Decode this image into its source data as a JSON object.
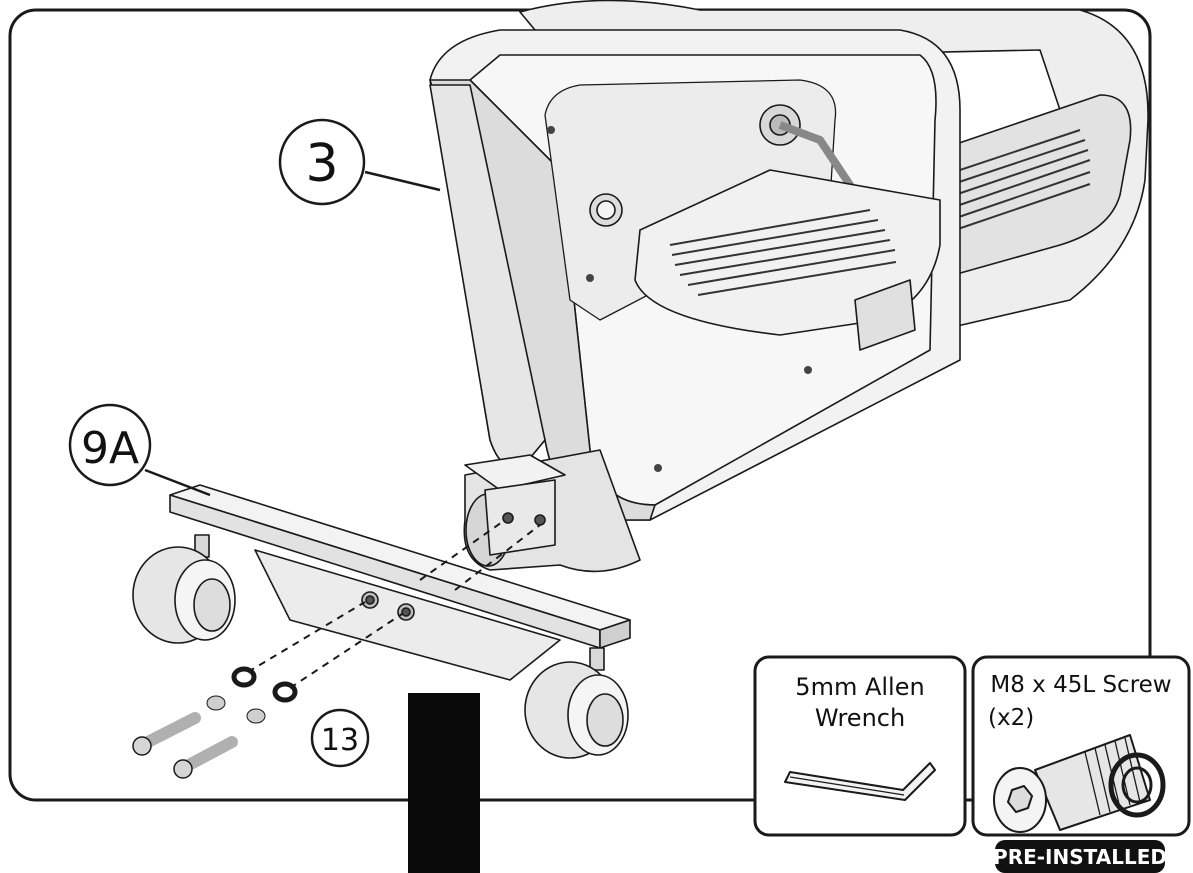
{
  "callouts": {
    "part_3": "3",
    "part_9a": "9A",
    "part_13": "13"
  },
  "tool_box": {
    "line1": "5mm Allen",
    "line2": "Wrench"
  },
  "screw_box": {
    "line1": "M8 x 45L Screw",
    "line2": "(x2)",
    "badge": "PRE-INSTALLED"
  },
  "colors": {
    "line": "#1a1a1a",
    "part_fill": "#f0f0f0",
    "part_shade": "#d2d2d2",
    "badge": "#111111"
  }
}
